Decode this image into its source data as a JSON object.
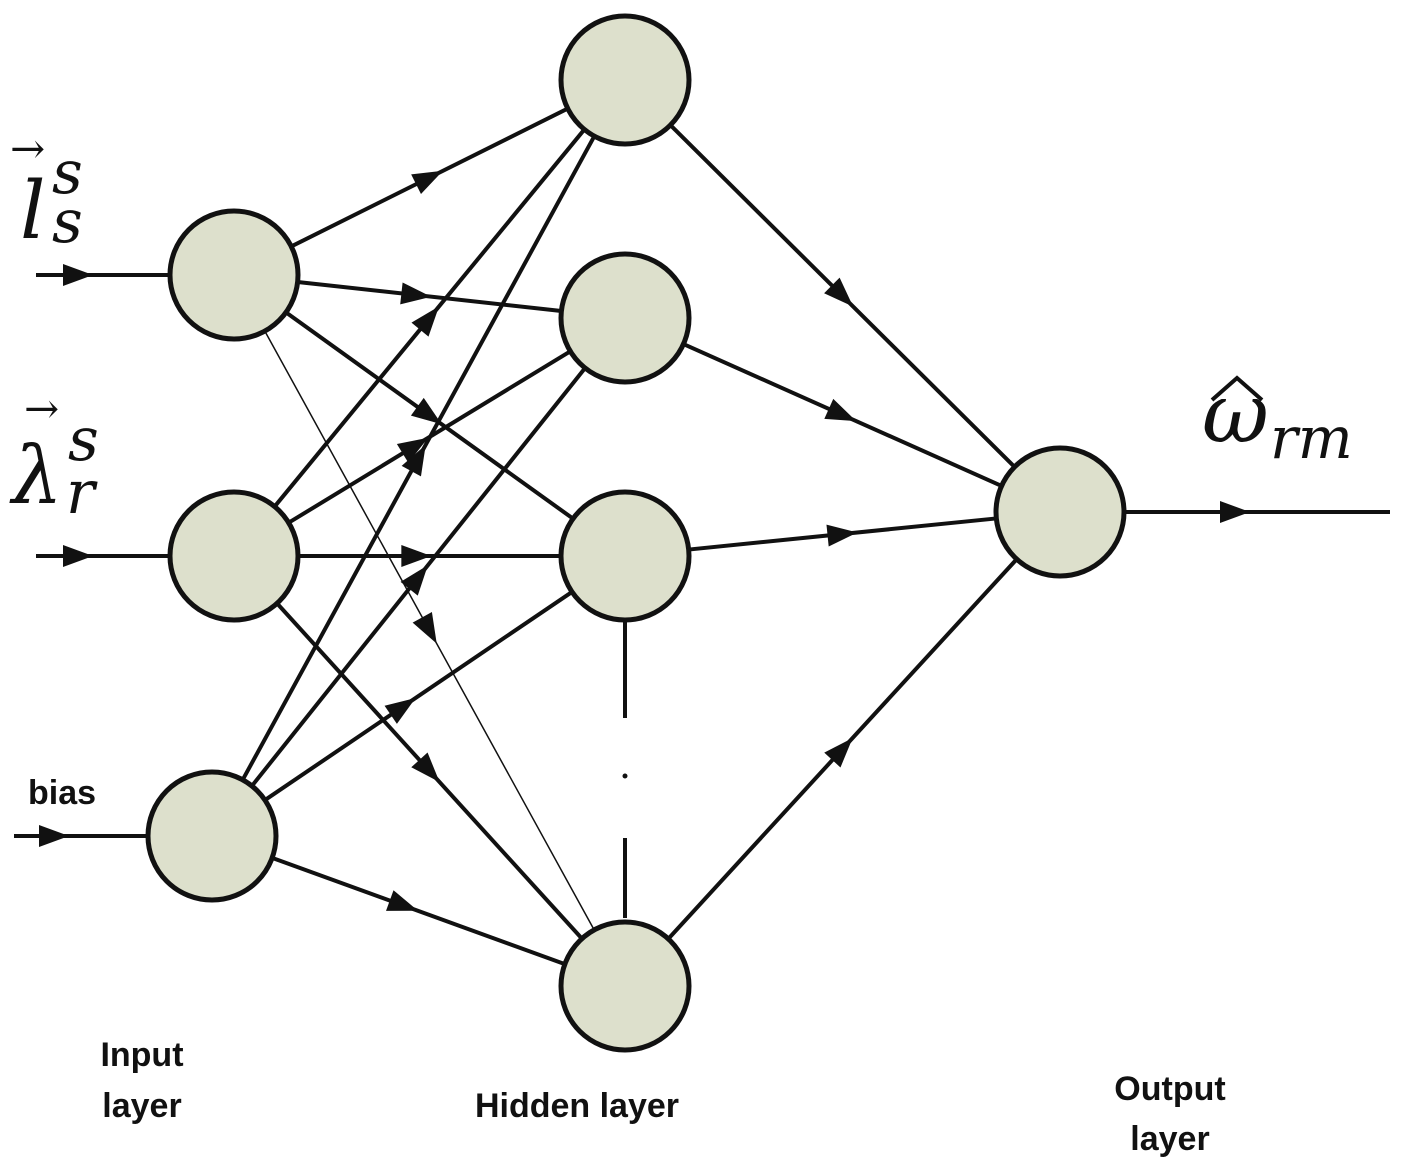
{
  "inputs": {
    "input1": {
      "base": "l",
      "sup": "s",
      "sub": "s",
      "vector_arrow": "→"
    },
    "input2": {
      "base": "λ",
      "sup": "s",
      "sub": "r",
      "vector_arrow": "→"
    },
    "bias_label": "bias"
  },
  "output": {
    "base": "ω",
    "hat": "^",
    "sub": "rm"
  },
  "layer_labels": {
    "input": [
      "Input",
      "layer"
    ],
    "hidden": "Hidden layer",
    "output": [
      "Output",
      "layer"
    ]
  },
  "colors": {
    "node_fill": "#dde0cc",
    "stroke": "#111111",
    "background": "#ffffff"
  }
}
